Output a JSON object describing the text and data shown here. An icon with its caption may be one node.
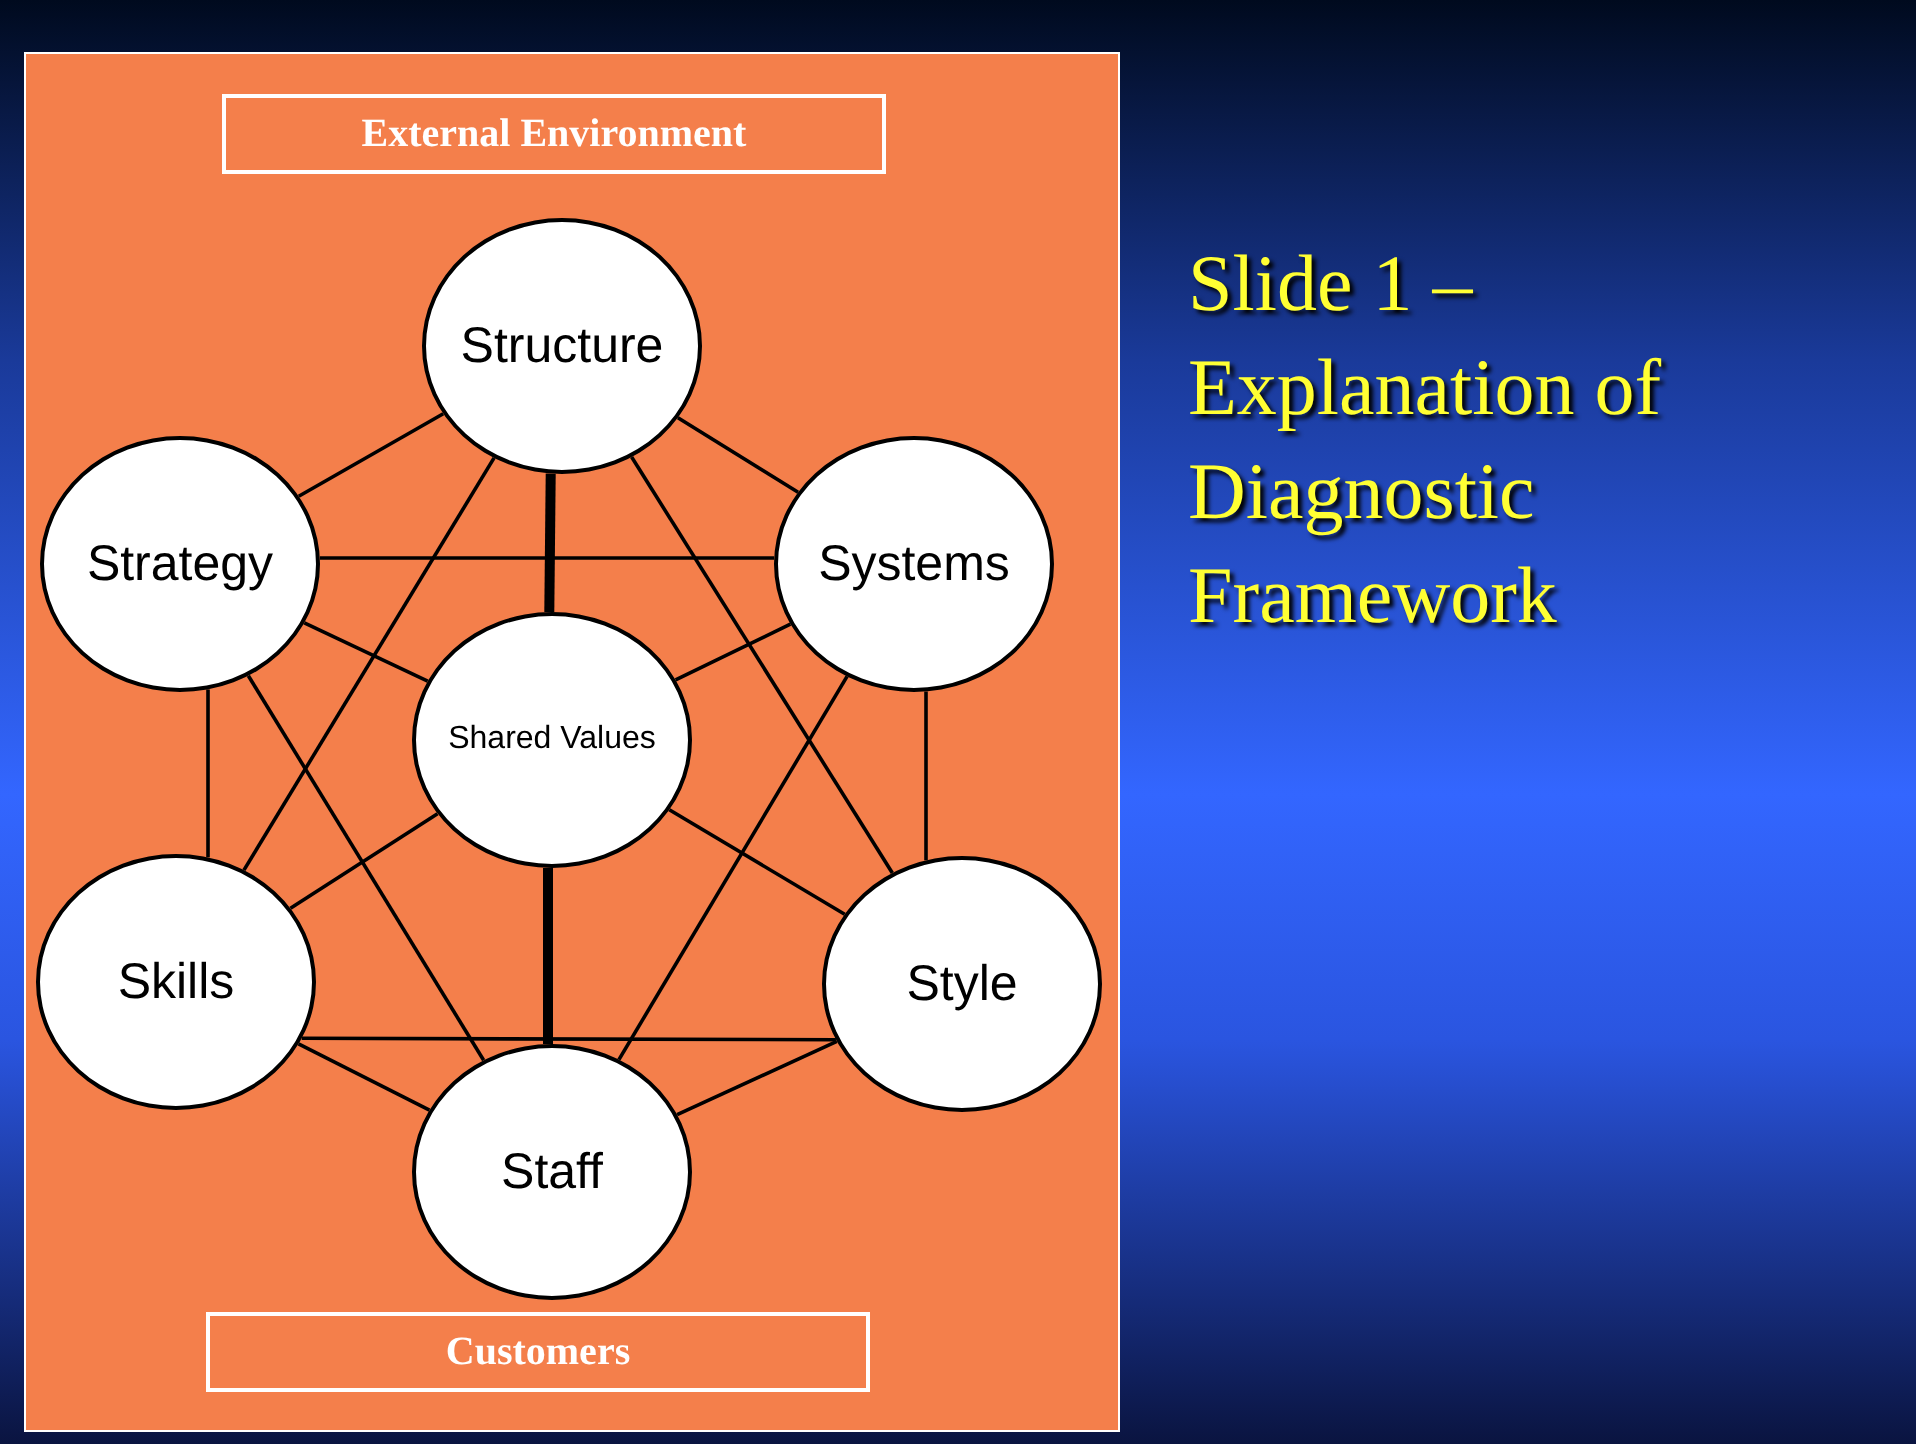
{
  "diagram": {
    "title": "Slide 1 – Explanation of Diagnostic Framework",
    "nodes": [
      {
        "text": [
          "External Environment"
        ]
      },
      {
        "text": [
          "Structure"
        ]
      },
      {
        "text": [
          "Strategy"
        ]
      },
      {
        "text": [
          "Systems"
        ]
      },
      {
        "text": [
          "Shared Values"
        ]
      },
      {
        "text": [
          "Skills"
        ]
      },
      {
        "text": [
          "Style"
        ]
      },
      {
        "text": [
          "Staff"
        ]
      },
      {
        "text": [
          "Customers"
        ]
      }
    ],
    "edges": [
      {
        "from": 1,
        "to": 2,
        "arrow": "none"
      },
      {
        "from": 1,
        "to": 3,
        "arrow": "none"
      },
      {
        "from": 1,
        "to": 4,
        "arrow": "none",
        "style": "thick"
      },
      {
        "from": 1,
        "to": 5,
        "arrow": "none"
      },
      {
        "from": 1,
        "to": 6,
        "arrow": "none"
      },
      {
        "from": 2,
        "to": 3,
        "arrow": "none"
      },
      {
        "from": 2,
        "to": 4,
        "arrow": "none"
      },
      {
        "from": 2,
        "to": 5,
        "arrow": "none"
      },
      {
        "from": 2,
        "to": 7,
        "arrow": "none"
      },
      {
        "from": 3,
        "to": 4,
        "arrow": "none"
      },
      {
        "from": 3,
        "to": 6,
        "arrow": "none"
      },
      {
        "from": 3,
        "to": 7,
        "arrow": "none"
      },
      {
        "from": 4,
        "to": 5,
        "arrow": "none"
      },
      {
        "from": 4,
        "to": 6,
        "arrow": "none"
      },
      {
        "from": 4,
        "to": 7,
        "arrow": "none",
        "style": "thick"
      },
      {
        "from": 5,
        "to": 6,
        "arrow": "none"
      },
      {
        "from": 5,
        "to": 7,
        "arrow": "none"
      },
      {
        "from": 6,
        "to": 7,
        "arrow": "none"
      }
    ]
  }
}
